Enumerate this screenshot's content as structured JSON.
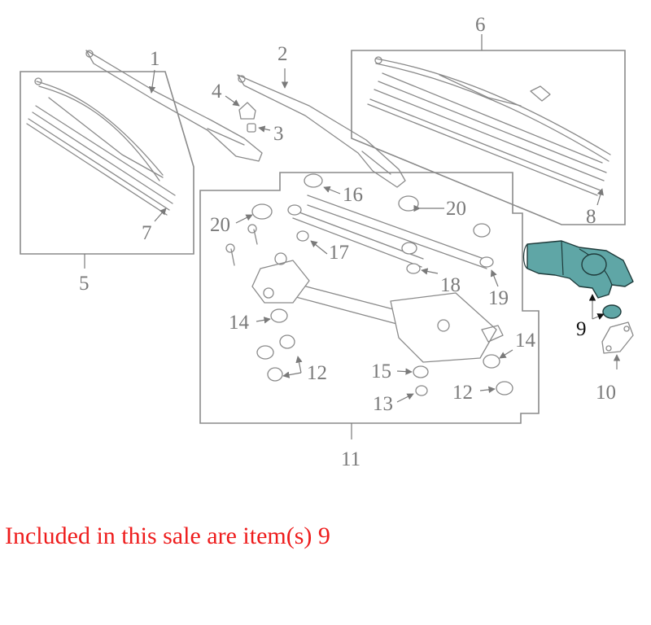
{
  "diagram": {
    "callouts": {
      "c1": "1",
      "c2": "2",
      "c3": "3",
      "c4": "4",
      "c5": "5",
      "c6": "6",
      "c7": "7",
      "c8": "8",
      "c9": "9",
      "c10": "10",
      "c11": "11",
      "c12a": "12",
      "c12b": "12",
      "c13": "13",
      "c14a": "14",
      "c14b": "14",
      "c15": "15",
      "c16": "16",
      "c17": "17",
      "c18": "18",
      "c19": "19",
      "c20a": "20",
      "c20b": "20"
    },
    "highlight_color": "#5fa6a6"
  },
  "sale_note": "Included in this sale are item(s) 9",
  "sale_note_color": "#ee1c1c"
}
